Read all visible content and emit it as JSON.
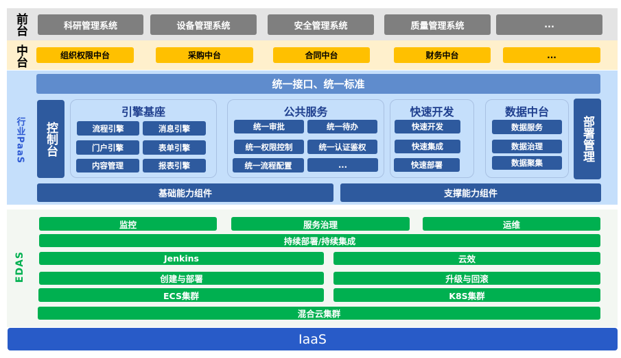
{
  "front": {
    "label": "前台",
    "systems": [
      "科研管理系统",
      "设备管理系统",
      "安全管理系统",
      "质量管理系统",
      "..."
    ]
  },
  "middle": {
    "label": "中台",
    "items": [
      "组织权限中台",
      "采购中台",
      "合同中台",
      "财务中台",
      "..."
    ]
  },
  "paas": {
    "label": "行业PaaS",
    "standard_bar": "统一接口、统一标准",
    "console": "控制台",
    "deploy_management": "部署管理",
    "engine_base": {
      "title": "引擎基座",
      "items": [
        "流程引擎",
        "消息引擎",
        "门户引擎",
        "表单引擎",
        "内容管理",
        "报表引擎"
      ]
    },
    "public_services": {
      "title": "公共服务",
      "items": [
        "统一审批",
        "统一待办",
        "统一权限控制",
        "统一认证鉴权",
        "统一流程配置",
        "..."
      ]
    },
    "rapid_dev": {
      "title": "快速开发",
      "items": [
        "快速开发",
        "快速集成",
        "快速部署"
      ]
    },
    "data_center": {
      "title": "数据中台",
      "items": [
        "数据服务",
        "数据治理",
        "数据聚集"
      ]
    },
    "basic_capability": "基础能力组件",
    "support_capability": "支撑能力组件"
  },
  "edas": {
    "label": "EDAS",
    "row1": [
      "监控",
      "服务治理",
      "运维"
    ],
    "cicd": "持续部署/持续集成",
    "jenkins": "Jenkins",
    "yunxiao": "云效",
    "create_deploy": "创建与部署",
    "upgrade_rollback": "升级与回滚",
    "ecs_cluster": "ECS集群",
    "k8s_cluster": "K8S集群",
    "hybrid_cluster": "混合云集群"
  },
  "iaas": {
    "label": "IaaS"
  },
  "colors": {
    "front_bg": "#e4e4e4",
    "front_btn": "#7f7f7f",
    "middle_bg": "#fff0cc",
    "middle_btn": "#ffc000",
    "paas_bg": "#c5dffb",
    "paas_dark": "#2e5a9e",
    "paas_std": "#5f8ccd",
    "edas_bg": "#f3f7f2",
    "edas_green": "#00b050",
    "iaas_blue": "#285bc8"
  }
}
